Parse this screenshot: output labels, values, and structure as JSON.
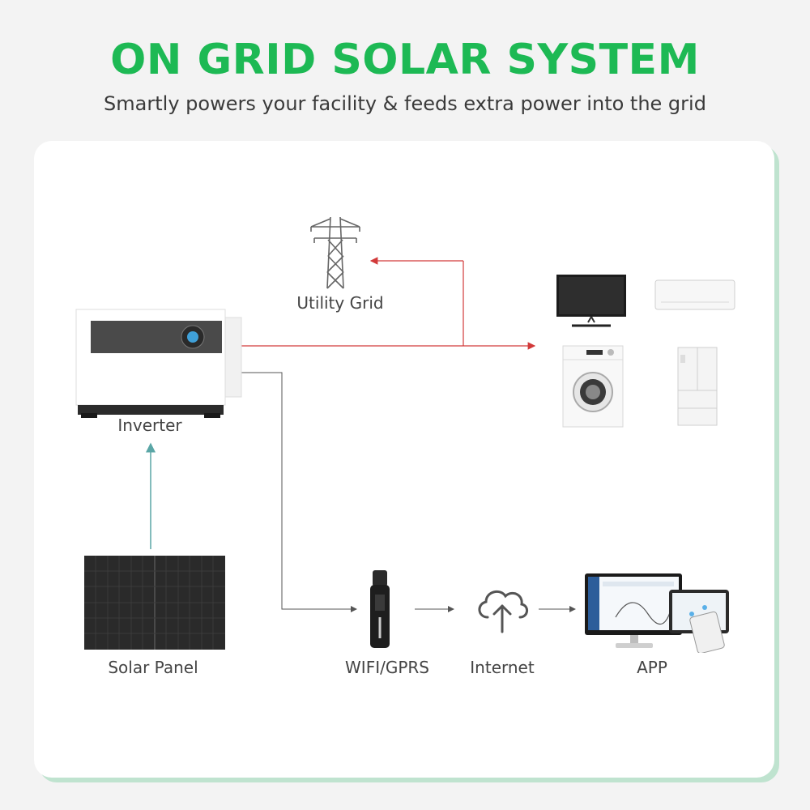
{
  "header": {
    "title": "ON GRID SOLAR SYSTEM",
    "subtitle": "Smartly powers your facility & feeds extra power into the grid"
  },
  "nodes": {
    "utility_grid": "Utility Grid",
    "inverter": "Inverter",
    "solar_panel": "Solar Panel",
    "wifi_gprs": "WIFI/GPRS",
    "internet": "Internet",
    "app": "APP"
  },
  "colors": {
    "title": "#1db954",
    "power_line": "#d23a3a",
    "dc_line": "#5aa6a6",
    "data_line": "#555555"
  },
  "icons": [
    "transmission-tower-icon",
    "inverter-icon",
    "tv-icon",
    "air-conditioner-icon",
    "washing-machine-icon",
    "refrigerator-icon",
    "solar-panel-icon",
    "wifi-dongle-icon",
    "cloud-upload-icon",
    "monitor-app-icon"
  ]
}
